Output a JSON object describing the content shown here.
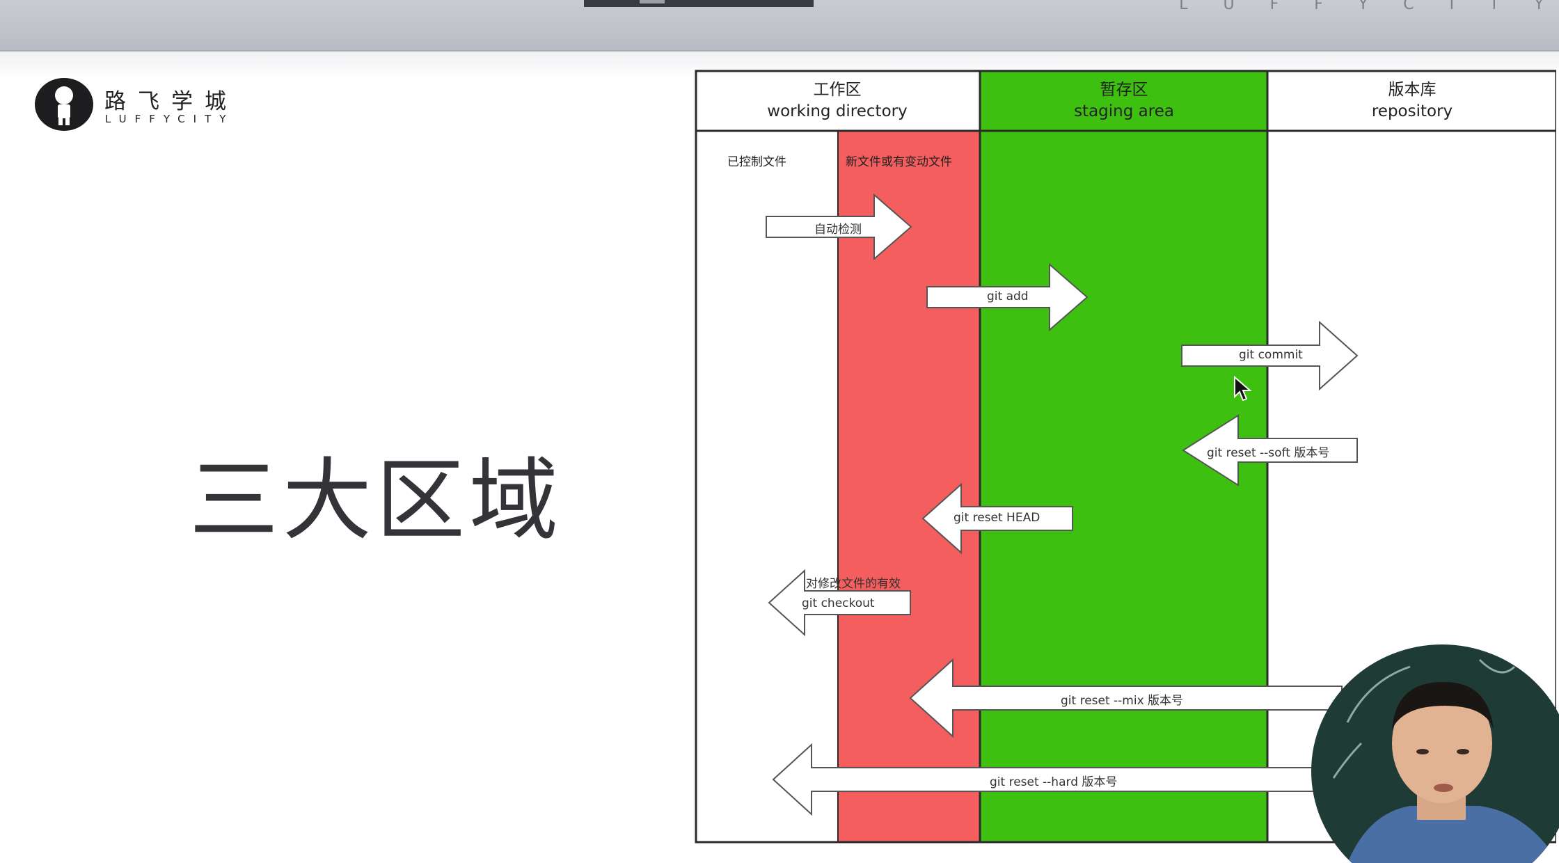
{
  "topbar": {
    "brand": "L U F F Y C I T Y"
  },
  "logo": {
    "cn": "路飞学城",
    "en": "LUFFYCITY"
  },
  "slide": {
    "title": "三大区域"
  },
  "diagram": {
    "columns": [
      {
        "cn": "工作区",
        "en": "working directory"
      },
      {
        "cn": "暂存区",
        "en": "staging area"
      },
      {
        "cn": "版本库",
        "en": "repository"
      }
    ],
    "sublabels": {
      "tracked": "已控制文件",
      "changed": "新文件或有变动文件"
    },
    "arrows": {
      "auto_detect": "自动检测",
      "git_add": "git add",
      "git_commit": "git commit",
      "reset_soft": "git reset --soft 版本号",
      "reset_head": "git reset HEAD",
      "checkout_note": "对修改文件的有效",
      "checkout": "git checkout",
      "reset_mix": "git reset --mix 版本号",
      "reset_hard": "git reset --hard 版本号"
    },
    "colors": {
      "changed_area": "#f45e5e",
      "staging_area": "#3dc010",
      "border": "#2a2a2a"
    }
  }
}
